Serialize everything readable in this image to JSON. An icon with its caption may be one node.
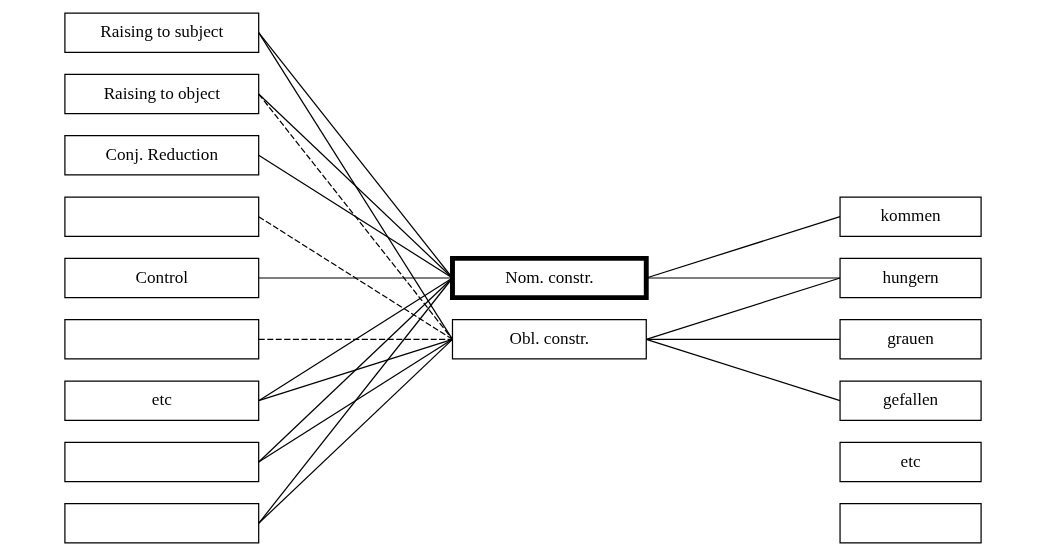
{
  "diagram": {
    "nodes": [
      {
        "text": [
          "Raising to subject"
        ]
      },
      {
        "text": [
          "Raising to object"
        ]
      },
      {
        "text": [
          "Conj. Reduction"
        ]
      },
      {
        "text": [],
        "shape": "box"
      },
      {
        "text": [
          "Control"
        ]
      },
      {
        "text": [],
        "shape": "box"
      },
      {
        "text": [
          "etc"
        ]
      },
      {
        "text": [],
        "shape": "box"
      },
      {
        "text": [],
        "shape": "box"
      },
      {
        "text": [
          "Nom. constr."
        ]
      },
      {
        "text": [
          "Obl. constr."
        ]
      },
      {
        "text": [
          "kommen"
        ]
      },
      {
        "text": [
          "hungern"
        ]
      },
      {
        "text": [
          "grauen"
        ]
      },
      {
        "text": [
          "gefallen"
        ]
      },
      {
        "text": [
          "etc"
        ]
      },
      {
        "text": [],
        "shape": "box"
      }
    ],
    "edges": [
      {
        "from": 0,
        "to": 9,
        "arrow": "none"
      },
      {
        "from": 0,
        "to": 10,
        "arrow": "none"
      },
      {
        "from": 1,
        "to": 9,
        "arrow": "none"
      },
      {
        "from": 1,
        "to": 10,
        "arrow": "none",
        "style": "dashed"
      },
      {
        "from": 2,
        "to": 9,
        "arrow": "none"
      },
      {
        "from": 3,
        "to": 10,
        "arrow": "none",
        "style": "dashed"
      },
      {
        "from": 4,
        "to": 9,
        "arrow": "none"
      },
      {
        "from": 5,
        "to": 10,
        "arrow": "none",
        "style": "dashed"
      },
      {
        "from": 6,
        "to": 9,
        "arrow": "none"
      },
      {
        "from": 6,
        "to": 10,
        "arrow": "none"
      },
      {
        "from": 7,
        "to": 9,
        "arrow": "none"
      },
      {
        "from": 7,
        "to": 10,
        "arrow": "none"
      },
      {
        "from": 8,
        "to": 9,
        "arrow": "none"
      },
      {
        "from": 8,
        "to": 10,
        "arrow": "none"
      },
      {
        "from": 9,
        "to": 11,
        "arrow": "none"
      },
      {
        "from": 9,
        "to": 12,
        "arrow": "none"
      },
      {
        "from": 10,
        "to": 12,
        "arrow": "none"
      },
      {
        "from": 10,
        "to": 13,
        "arrow": "none"
      },
      {
        "from": 10,
        "to": 14,
        "arrow": "none"
      }
    ]
  }
}
